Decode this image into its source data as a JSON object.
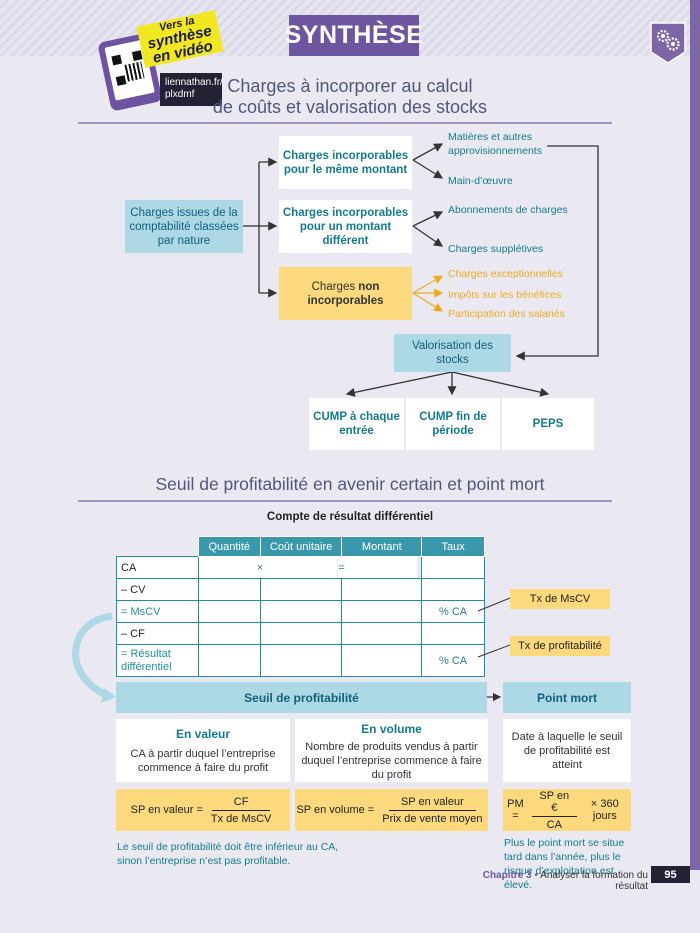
{
  "header": {
    "title": "SYNTHÈSE",
    "video_tag_line1": "Vers la",
    "video_tag_line2": "synthèse",
    "video_tag_line3": "en vidéo",
    "link_text": "liennathan.fr/ plxdmf",
    "badge_icon": "gears-icon"
  },
  "section1": {
    "title_line1": "Charges à incorporer au calcul",
    "title_line2": "de coûts et valorisation des stocks",
    "source_box": "Charges issues de la comptabilité classées par nature",
    "incorp_same": "Charges incorporables pour le même montant",
    "incorp_diff": "Charges incorporables pour un montant différent",
    "non_incorp_prefix": "Charges",
    "non_incorp_bold": "non incorporables",
    "leaf_matieres": "Matières et autres approvisionnements",
    "leaf_main": "Main-d’œuvre",
    "leaf_abonnements": "Abonnements de charges",
    "leaf_suppletives": "Charges supplétives",
    "leaf_exceptionnelles": "Charges exceptionnelles",
    "leaf_impots": "Impôts sur les bénéfices",
    "leaf_participation": "Participation des salariés",
    "valorisation": "Valorisation des stocks",
    "method_cump_entree": "CUMP à chaque entrée",
    "method_cump_fin": "CUMP fin de période",
    "method_peps": "PEPS"
  },
  "section2": {
    "title": "Seuil de profitabilité en avenir certain et point mort",
    "table_caption": "Compte de résultat différentiel",
    "columns": [
      "Quantité",
      "Coût unitaire",
      "Montant",
      "Taux"
    ],
    "rows": [
      {
        "label": "CA",
        "quantite": "",
        "cout": "×",
        "montant": "=",
        "taux": ""
      },
      {
        "label": "– CV",
        "quantite": "",
        "cout": "",
        "montant": "",
        "taux": ""
      },
      {
        "label": "= MsCV",
        "quantite": "",
        "cout": "",
        "montant": "",
        "taux": "% CA"
      },
      {
        "label": "– CF",
        "quantite": "",
        "cout": "",
        "montant": "",
        "taux": ""
      },
      {
        "label": "= Résultat différentiel",
        "quantite": "",
        "cout": "",
        "montant": "",
        "taux": "% CA"
      }
    ],
    "tag_msCV": "Tx de MsCV",
    "tag_profit": "Tx de profitabilité",
    "band_seuil": "Seuil de profitabilité",
    "band_point_mort": "Point mort",
    "card_valeur_title": "En valeur",
    "card_valeur_text": "CA à partir duquel l’entreprise commence à faire du profit",
    "card_volume_title": "En volume",
    "card_volume_text": "Nombre de produits vendus à partir duquel l’entreprise commence à faire du profit",
    "card_pm_text": "Date à laquelle le seuil de profitabilité est atteint",
    "f_valeur_lhs": "SP en valeur =",
    "f_valeur_num": "CF",
    "f_valeur_den": "Tx de MsCV",
    "f_volume_lhs": "SP en volume =",
    "f_volume_num": "SP en valeur",
    "f_volume_den": "Prix de vente moyen",
    "f_pm_lhs": "PM =",
    "f_pm_num": "SP en €",
    "f_pm_den": "CA",
    "f_pm_rhs": "× 360 jours",
    "note_left": "Le seuil de profitabilité doit être inférieur au CA, sinon l’entreprise n’est pas profitable.",
    "note_right": "Plus le point mort se situe tard dans l’année, plus le risque d’exploitation est élevé."
  },
  "footer": {
    "chapter": "Chapitre 3",
    "bullet": "•",
    "chapter_title": "Analyser la formation du résultat",
    "page": "95"
  }
}
